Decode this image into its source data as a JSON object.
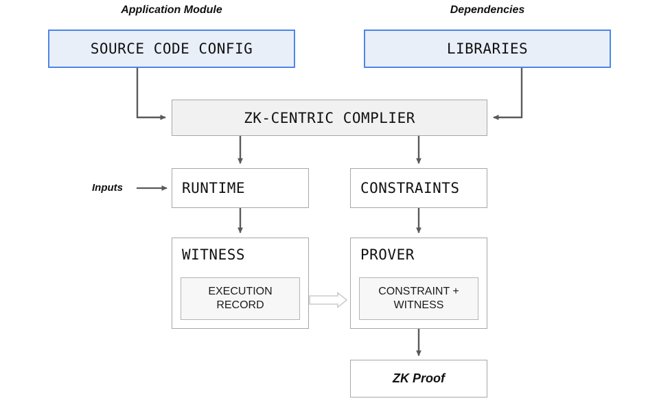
{
  "diagram": {
    "title_captions": {
      "application_module": "Application Module",
      "dependencies": "Dependencies"
    },
    "side_labels": {
      "inputs": "Inputs"
    },
    "nodes": {
      "source_code_config": "SOURCE CODE CONFIG",
      "libraries": "LIBRARIES",
      "compiler": "ZK-CENTRIC COMPLIER",
      "runtime": "RUNTIME",
      "constraints": "CONSTRAINTS",
      "witness": "WITNESS",
      "witness_inner": "EXECUTION RECORD",
      "witness_inner_line1": "EXECUTION",
      "witness_inner_line2": "RECORD",
      "prover": "PROVER",
      "prover_inner": "CONSTRAINT + WITNESS",
      "prover_inner_line1": "CONSTRAINT +",
      "prover_inner_line2": "WITNESS",
      "zk_proof": "ZK Proof"
    },
    "colors": {
      "background": "#ffffff",
      "input_fill": "#e9eff9",
      "input_border": "#4a86e8",
      "compiler_fill": "#f1f1f1",
      "box_border": "#a6a6a6",
      "inner_fill": "#f7f7f7",
      "inner_border": "#b3b3b3",
      "arrow": "#595959",
      "arrow_light": "#cccccc",
      "text": "#111111"
    }
  }
}
